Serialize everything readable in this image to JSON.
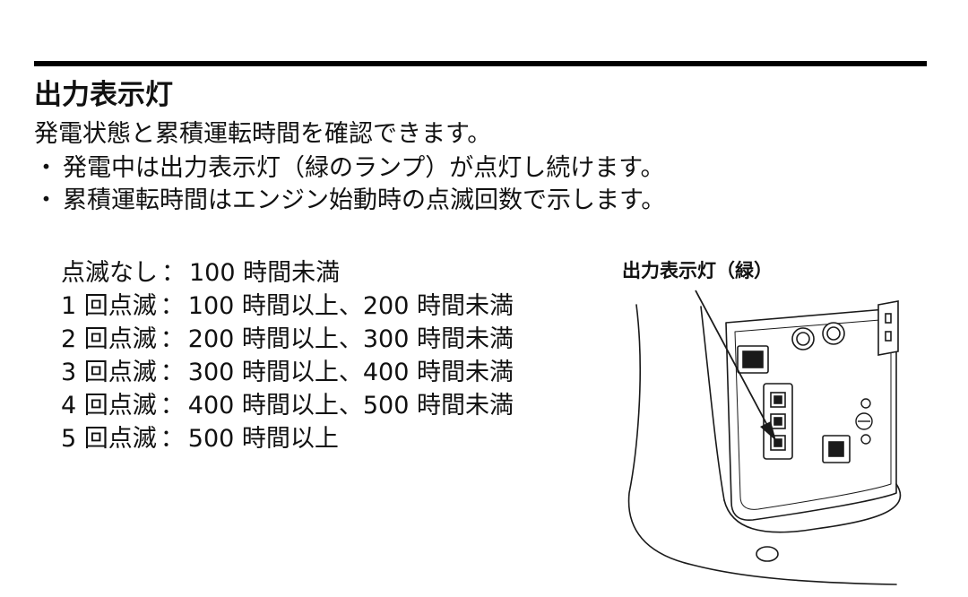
{
  "section": {
    "title": "出力表示灯",
    "intro": "発電状態と累積運転時間を確認できます。",
    "bullets": [
      {
        "marker": "・",
        "text": "発電中は出力表示灯（緑のランプ）が点灯し続けます。"
      },
      {
        "marker": "・",
        "text": "累積運転時間はエンジン始動時の点滅回数で示します。"
      }
    ]
  },
  "blink_table": [
    {
      "count": "点滅なし",
      "range": "100 時間未満"
    },
    {
      "count": "1 回点滅",
      "range": "100 時間以上、200 時間未満"
    },
    {
      "count": "2 回点滅",
      "range": "200 時間以上、300 時間未満"
    },
    {
      "count": "3 回点滅",
      "range": "300 時間以上、400 時間未満"
    },
    {
      "count": "4 回点滅",
      "range": "400 時間以上、500 時間未満"
    },
    {
      "count": "5 回点滅",
      "range": "500 時間以上"
    }
  ],
  "separator": "：",
  "figure": {
    "label": "出力表示灯（緑）"
  }
}
